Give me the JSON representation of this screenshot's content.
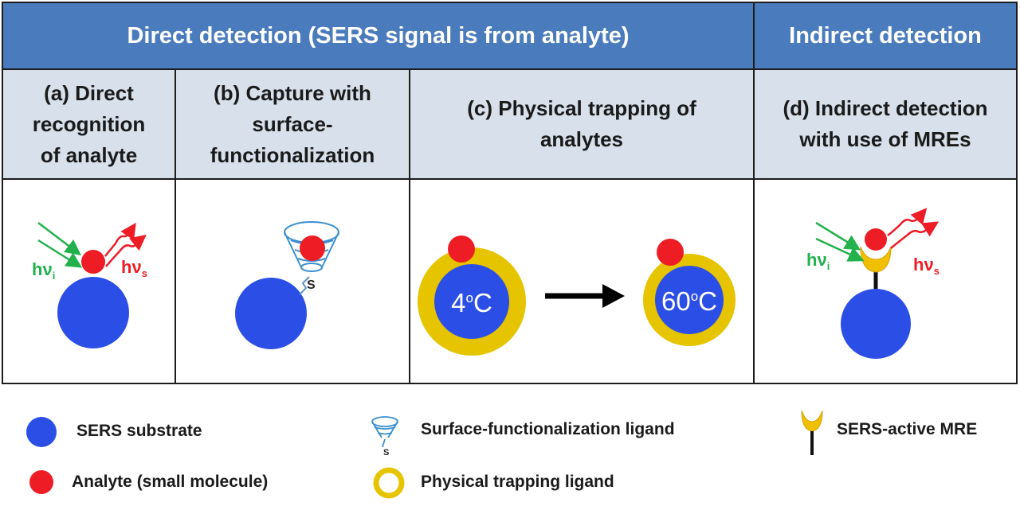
{
  "header": {
    "direct": "Direct detection (SERS signal is from analyte)",
    "indirect": "Indirect detection"
  },
  "panels": [
    {
      "lines": [
        "(a) Direct",
        "recognition",
        "of analyte"
      ]
    },
    {
      "lines": [
        "(b) Capture with",
        "surface-",
        "functionalization"
      ]
    },
    {
      "lines": [
        "(c) Physical trapping of",
        "analytes"
      ]
    },
    {
      "lines": [
        "(d) Indirect detection",
        "with use of MREs"
      ]
    }
  ],
  "labels": {
    "hv_i": "hν",
    "hv_i_sub": "i",
    "hv_s": "hν",
    "hv_s_sub": "s",
    "sulfur": "S",
    "temp_low": "4",
    "temp_high": "60",
    "degree": "o",
    "celsius": "C"
  },
  "legend": {
    "sers_substrate": "SERS substrate",
    "analyte": "Analyte (small molecule)",
    "surface_ligand": "Surface-functionalization ligand",
    "physical_ligand": "Physical trapping ligand",
    "mre": "SERS-active MRE"
  },
  "colors": {
    "header_blue": "#4a7cbd",
    "subheader": "#d8e0ec",
    "substrate": "#2b4fe6",
    "analyte": "#ee1c25",
    "ligand": "#e6c400",
    "incident": "#22b14c",
    "scattered": "#ee1c25"
  }
}
